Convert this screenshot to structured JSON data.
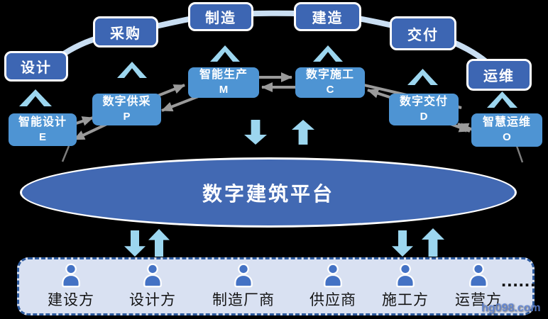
{
  "phases": [
    {
      "label": "设计"
    },
    {
      "label": "采购"
    },
    {
      "label": "制造"
    },
    {
      "label": "建造"
    },
    {
      "label": "交付"
    },
    {
      "label": "运维"
    }
  ],
  "modules": [
    {
      "name": "智能设计",
      "letter": "E"
    },
    {
      "name": "数字供采",
      "letter": "P"
    },
    {
      "name": "智能生产",
      "letter": "M"
    },
    {
      "name": "数字施工",
      "letter": "C"
    },
    {
      "name": "数字交付",
      "letter": "D"
    },
    {
      "name": "智慧运维",
      "letter": "O"
    }
  ],
  "platform": {
    "label": "数字建筑平台"
  },
  "stakeholders": {
    "items": [
      {
        "label": "建设方"
      },
      {
        "label": "设计方"
      },
      {
        "label": "制造厂商"
      },
      {
        "label": "供应商"
      },
      {
        "label": "施工方"
      },
      {
        "label": "运营方"
      }
    ],
    "ellipsis": "......"
  },
  "watermark": "hg098.com",
  "colors": {
    "phase_box": "#3D66B3",
    "module_box": "#4E94D3",
    "arrow_light": "#9CD6EF",
    "ellipse": "#4269B3",
    "bar_fill": "#D9E1F2",
    "bar_border": "#2E5B9F",
    "person": "#4472C4",
    "gray_arrow": "#9A9A9A",
    "arc": "#C9DEF2"
  }
}
